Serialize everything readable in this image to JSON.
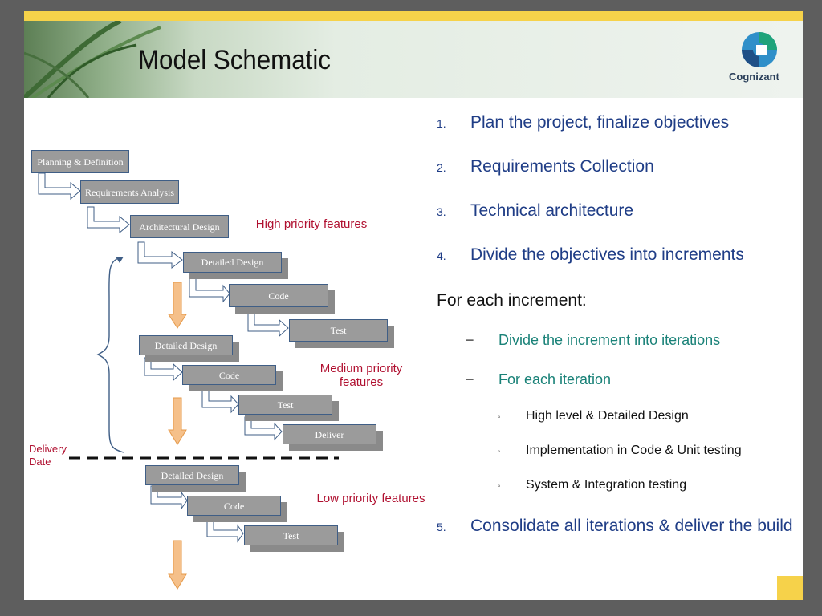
{
  "slide": {
    "title": "Model Schematic",
    "logo_text": "Cognizant"
  },
  "diagram": {
    "stage_boxes": [
      "Planning & Definition",
      "Requirements Analysis",
      "Architectural Design"
    ],
    "high": {
      "label": "High priority features",
      "boxes": [
        "Detailed Design",
        "Code",
        "Test"
      ]
    },
    "medium": {
      "label": "Medium priority features",
      "boxes": [
        "Detailed Design",
        "Code",
        "Test",
        "Deliver"
      ]
    },
    "low": {
      "label": "Low priority features",
      "boxes": [
        "Detailed Design",
        "Code",
        "Test"
      ]
    },
    "delivery_label": "Delivery Date"
  },
  "content": {
    "steps": [
      {
        "num": "1.",
        "text": "Plan the project, finalize objectives"
      },
      {
        "num": "2.",
        "text": "Requirements Collection"
      },
      {
        "num": "3.",
        "text": "Technical architecture"
      },
      {
        "num": "4.",
        "text": "Divide the objectives into increments"
      }
    ],
    "for_each_increment": "For each increment:",
    "sub_items": [
      "Divide the increment into iterations",
      "For each iteration"
    ],
    "iteration_items": [
      "High level & Detailed Design",
      "Implementation in Code & Unit testing",
      "System & Integration testing"
    ],
    "final_step": {
      "num": "5.",
      "text": "Consolidate all iterations & deliver the build"
    }
  },
  "colors": {
    "accent": "#f6d24a",
    "heading_blue": "#1f3d86",
    "sub_teal": "#1a8278",
    "label_red": "#b01030",
    "box_gray": "#9b9b9b",
    "arrow_orange": "#f5c08a"
  }
}
